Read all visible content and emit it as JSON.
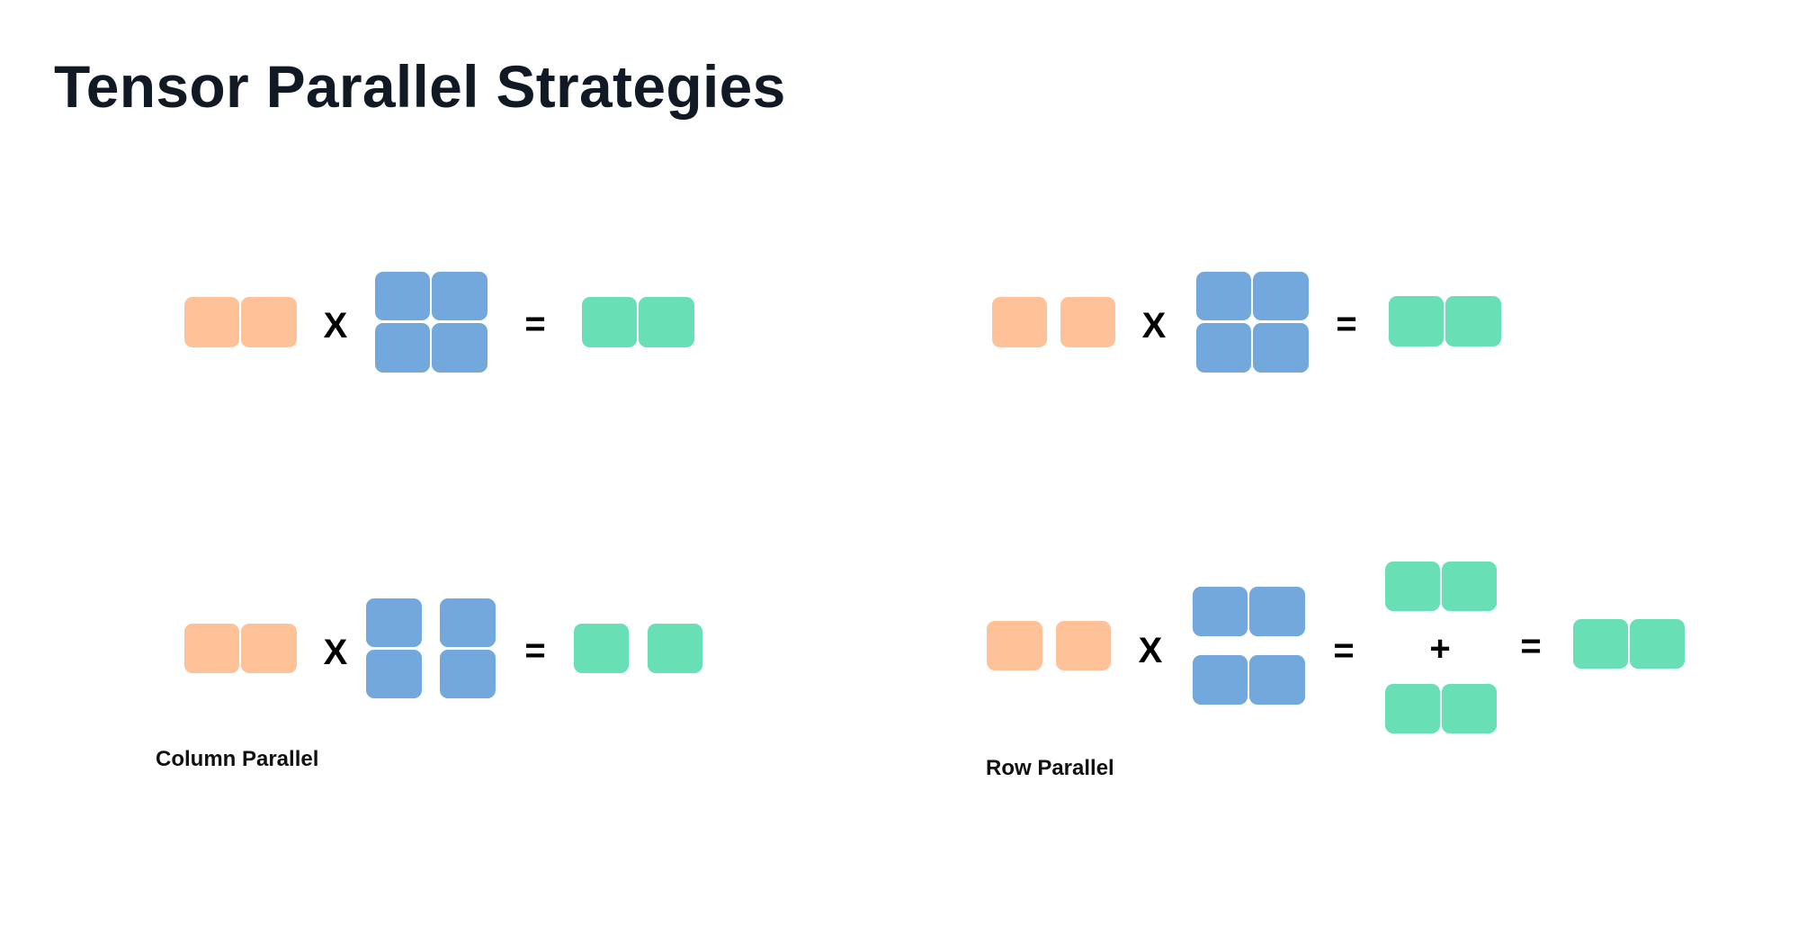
{
  "title": "Tensor Parallel Strategies",
  "colors": {
    "input": "#ffc197",
    "weight": "#72a8db",
    "output": "#68dfb5",
    "text": "#111a24"
  },
  "operators": {
    "multiply": "X",
    "equals": "=",
    "plus": "+"
  },
  "labels": {
    "column": "Column Parallel",
    "row": "Row Parallel"
  }
}
